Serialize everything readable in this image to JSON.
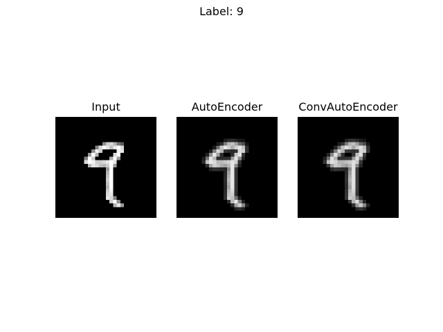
{
  "figure": {
    "title": "Label: 9"
  },
  "panels": [
    {
      "title": "Input",
      "variant": "input"
    },
    {
      "title": "AutoEncoder",
      "variant": "autoencoder"
    },
    {
      "title": "ConvAutoEncoder",
      "variant": "convautoencoder"
    }
  ]
}
